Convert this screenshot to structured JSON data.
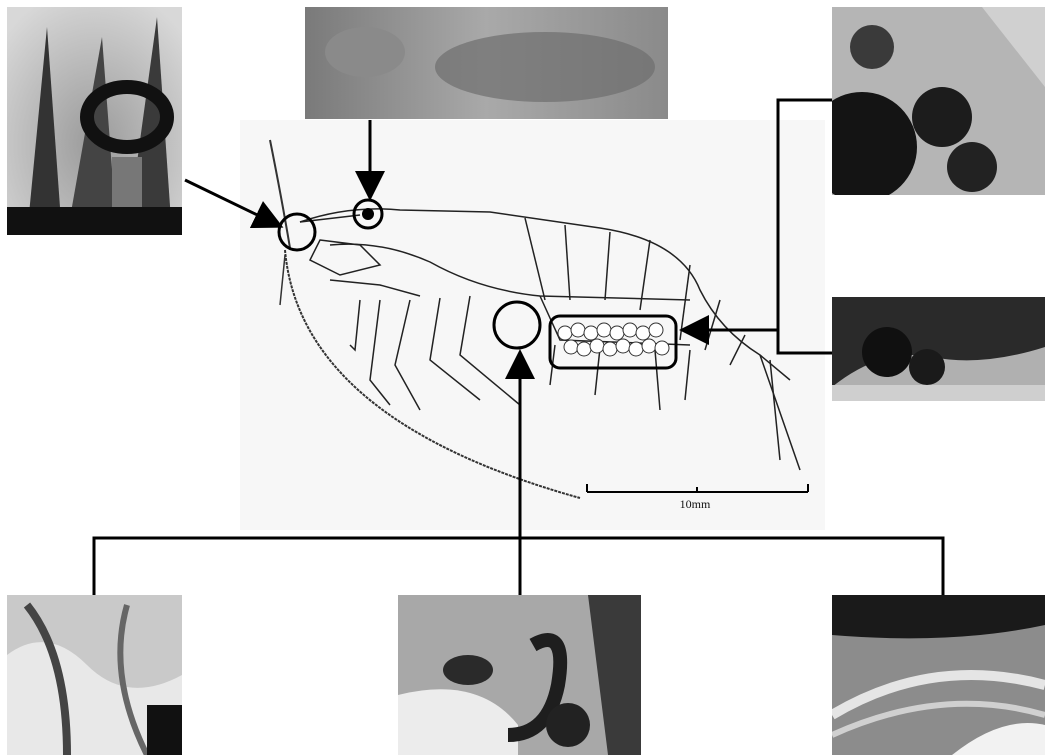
{
  "figure": {
    "scale_bar": {
      "label": "10mm"
    },
    "photos": [
      {
        "id": "antennule-micrograph"
      },
      {
        "id": "eye-micrograph"
      },
      {
        "id": "ovary-micrograph-top"
      },
      {
        "id": "ovary-micrograph-lower"
      },
      {
        "id": "thorax-micrograph-left"
      },
      {
        "id": "thorax-micrograph-center"
      },
      {
        "id": "thorax-micrograph-right"
      }
    ]
  }
}
